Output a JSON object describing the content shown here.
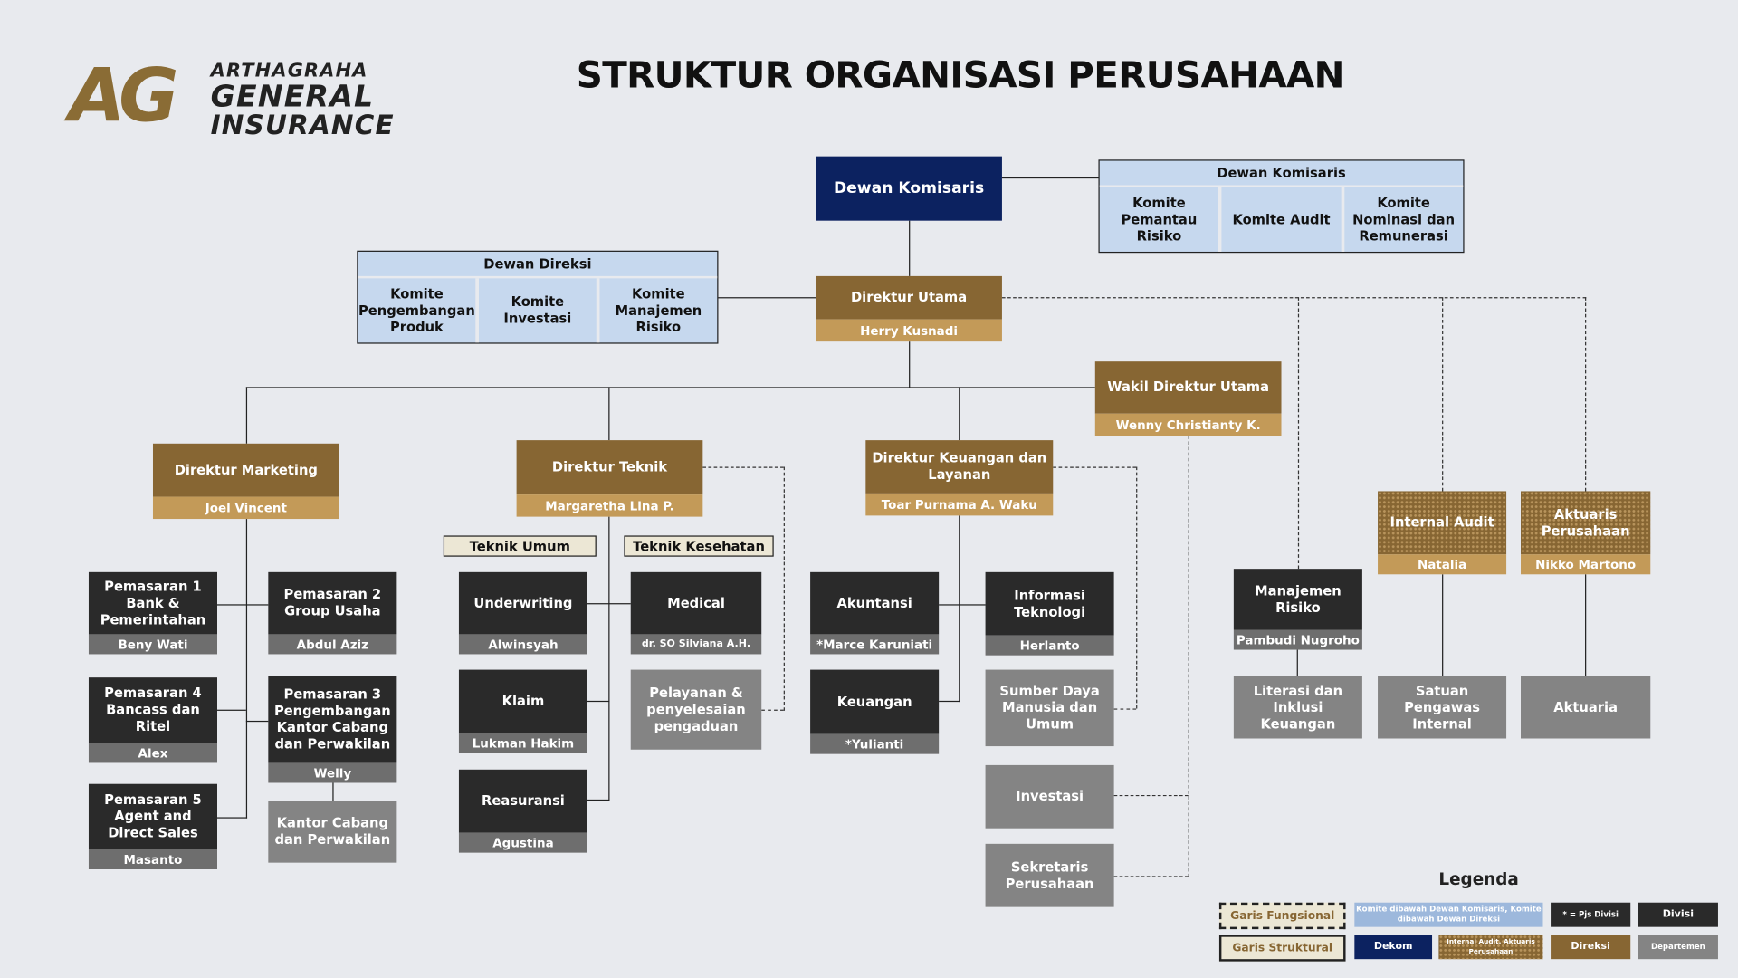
{
  "title": "STRUKTUR ORGANISASI PERUSAHAAN",
  "logo": {
    "mark": "AG",
    "line1": "ARTHAGRAHA",
    "line2": "GENERAL",
    "line3": "INSURANCE"
  },
  "dewan_komisaris": {
    "label": "Dewan Komisaris"
  },
  "panel_komisaris": {
    "title": "Dewan Komisaris",
    "cells": [
      "Komite Pemantau Risiko",
      "Komite Audit",
      "Komite Nominasi dan Remunerasi"
    ]
  },
  "panel_direksi": {
    "title": "Dewan Direksi",
    "cells": [
      "Komite Pengembangan Produk",
      "Komite Investasi",
      "Komite Manajemen Risiko"
    ]
  },
  "direktur_utama": {
    "title": "Direktur Utama",
    "name": "Herry Kusnadi"
  },
  "wakil": {
    "title": "Wakil Direktur Utama",
    "name": "Wenny Christianty K."
  },
  "dir_marketing": {
    "title": "Direktur Marketing",
    "name": "Joel Vincent"
  },
  "dir_teknik": {
    "title": "Direktur Teknik",
    "name": "Margaretha Lina P."
  },
  "dir_keuangan": {
    "title": "Direktur Keuangan dan Layanan",
    "name": "Toar Purnama A. Waku"
  },
  "internal_audit": {
    "title": "Internal Audit",
    "name": "Natalia"
  },
  "aktuaris": {
    "title": "Aktuaris Perusahaan",
    "name": "Nikko Martono"
  },
  "labels": {
    "teknik_umum": "Teknik Umum",
    "teknik_kesehatan": "Teknik Kesehatan"
  },
  "marketing": {
    "p1": {
      "title": "Pemasaran 1 Bank & Pemerintahan",
      "name": "Beny Wati"
    },
    "p2": {
      "title": "Pemasaran 2 Group Usaha",
      "name": "Abdul Aziz"
    },
    "p3": {
      "title": "Pemasaran 3 Pengembangan Kantor Cabang dan Perwakilan",
      "name": "Welly"
    },
    "p4": {
      "title": "Pemasaran 4 Bancass dan Ritel",
      "name": "Alex"
    },
    "p5": {
      "title": "Pemasaran 5 Agent and Direct Sales",
      "name": "Masanto"
    },
    "kantor": "Kantor Cabang dan Perwakilan"
  },
  "teknik": {
    "underwriting": {
      "title": "Underwriting",
      "name": "Alwinsyah"
    },
    "klaim": {
      "title": "Klaim",
      "name": "Lukman Hakim"
    },
    "reasuransi": {
      "title": "Reasuransi",
      "name": "Agustina"
    },
    "medical": {
      "title": "Medical",
      "name": "dr. SO Silviana A.H."
    },
    "pelayanan": "Pelayanan & penyelesaian pengaduan"
  },
  "keuangan": {
    "akuntansi": {
      "title": "Akuntansi",
      "name": "*Marce Karuniati"
    },
    "keuangan": {
      "title": "Keuangan",
      "name": "*Yulianti"
    },
    "it": {
      "title": "Informasi Teknologi",
      "name": "Herlanto"
    },
    "sdm": "Sumber Daya Manusia dan Umum",
    "investasi": "Investasi",
    "sekretaris": "Sekretaris Perusahaan"
  },
  "risiko": {
    "title": "Manajemen Risiko",
    "name": "Pambudi Nugroho"
  },
  "literasi": "Literasi dan Inklusi Keuangan",
  "spi": "Satuan Pengawas Internal",
  "aktuaria": "Aktuaria",
  "legend": {
    "title": "Legenda",
    "fungsional": "Garis Fungsional",
    "struktural": "Garis Struktural",
    "komite": "Komite dibawah Dewan Komisaris, Komite dibawah Dewan Direksi",
    "dekom": "Dekom",
    "internal": "Internal Audit, Aktuaris Perusahaan",
    "pjs": "* = Pjs Divisi",
    "direksi": "Direksi",
    "divisi": "Divisi",
    "departemen": "Departemen"
  },
  "colors": {
    "navy": "#0c2260",
    "gold_dark": "#876633",
    "gold_light": "#c39a58",
    "dark": "#2a2a2a",
    "grey": "#848484",
    "panel_blue": "#c6d8ee"
  }
}
